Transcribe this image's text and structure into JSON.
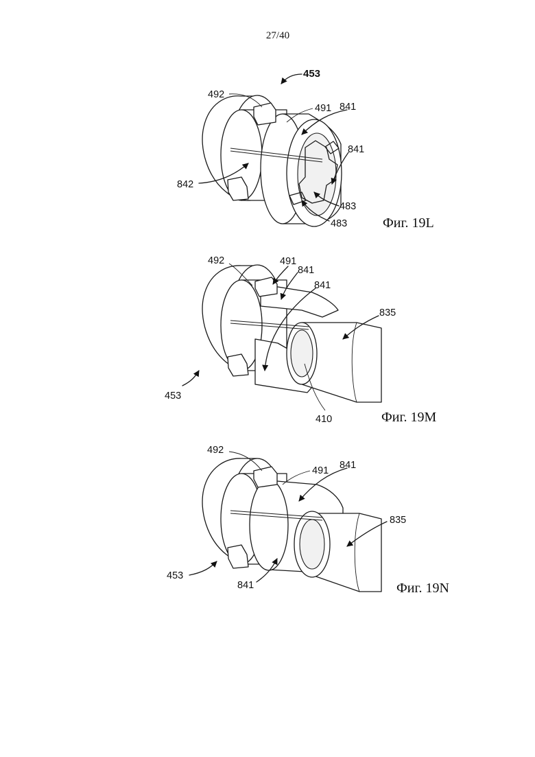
{
  "page": {
    "number": "27/40"
  },
  "figures": [
    {
      "id": "19L",
      "caption": "Фиг. 19L",
      "labels": [
        "453",
        "492",
        "491",
        "841",
        "841",
        "842",
        "483",
        "483"
      ]
    },
    {
      "id": "19M",
      "caption": "Фиг. 19M",
      "labels": [
        "492",
        "491",
        "841",
        "841",
        "835",
        "453",
        "410"
      ]
    },
    {
      "id": "19N",
      "caption": "Фиг. 19N",
      "labels": [
        "492",
        "491",
        "841",
        "835",
        "453",
        "841"
      ]
    }
  ]
}
